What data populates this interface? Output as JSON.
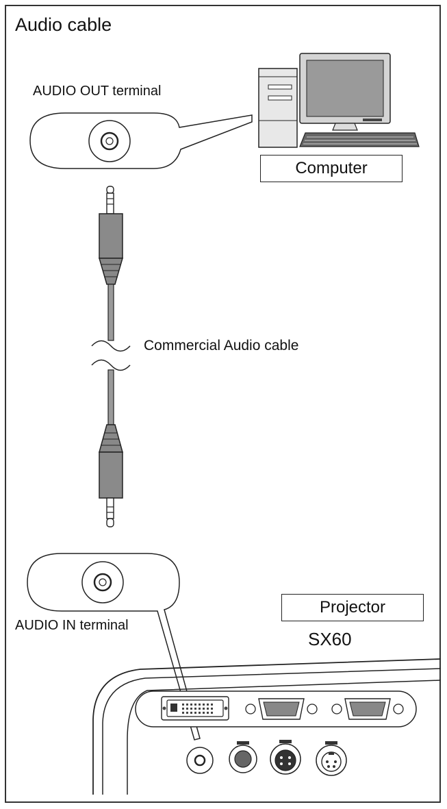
{
  "title": "Audio cable",
  "labels": {
    "audio_out": "AUDIO OUT terminal",
    "computer": "Computer",
    "cable": "Commercial Audio cable",
    "projector": "Projector",
    "model": "SX60",
    "audio_in": "AUDIO IN terminal"
  },
  "icons": [
    "computer-icon",
    "audio-out-jack-icon",
    "audio-plug-icon",
    "audio-in-jack-icon",
    "projector-panel-icon"
  ]
}
